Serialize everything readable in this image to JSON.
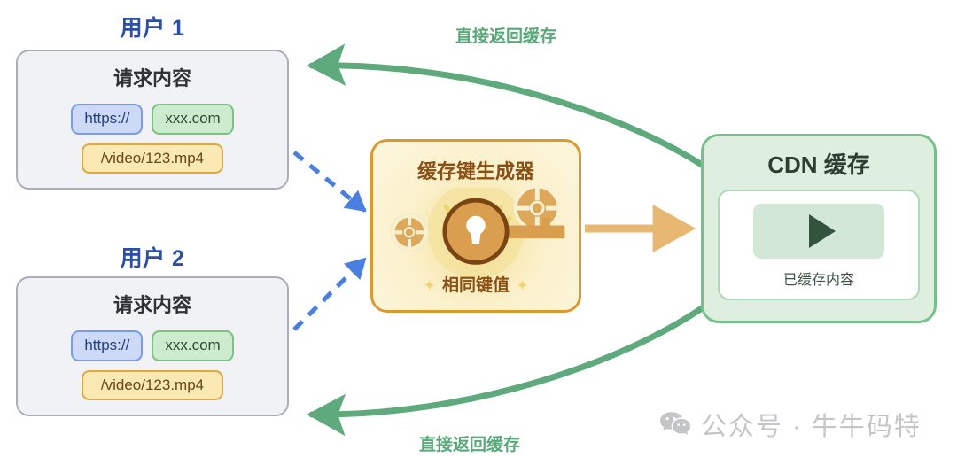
{
  "colors": {
    "background": "#ffffff",
    "user_title": "#2b4ea6",
    "card_fill": "#f1f2f5",
    "card_border": "#a9aeb9",
    "pill_scheme_fill": "#ccd9f7",
    "pill_scheme_border": "#7a9bea",
    "pill_host_fill": "#cdeccf",
    "pill_host_border": "#79c27f",
    "pill_path_fill": "#fbe9b4",
    "pill_path_border": "#e0a83f",
    "keygen_border": "#d99a2b",
    "keygen_fill": "#fbf1cd",
    "keygen_text": "#8a4f15",
    "cdn_border": "#78c08a",
    "cdn_fill": "#deefe0",
    "cdn_title": "#2c3f33",
    "green_arrow": "#5faa7c",
    "orange_arrow": "#e8b873",
    "blue_dashed_arrow": "#4a7fe0",
    "watermark": "#c3c5c7"
  },
  "users": [
    {
      "title": "用户 1",
      "card_title": "请求内容",
      "pills": {
        "scheme": "https://",
        "host": "xxx.com",
        "path": "/video/123.mp4"
      }
    },
    {
      "title": "用户 2",
      "card_title": "请求内容",
      "pills": {
        "scheme": "https://",
        "host": "xxx.com",
        "path": "/video/123.mp4"
      }
    }
  ],
  "keygen": {
    "title": "缓存键生成器",
    "subtitle": "相同键值",
    "sparkle_left": "✦",
    "sparkle_right": "✦",
    "icon": "key-icon"
  },
  "cdn": {
    "title": "CDN 缓存",
    "caption": "已缓存内容",
    "thumb_icon": "play-icon"
  },
  "flows": {
    "top_label": "直接返回缓存",
    "bottom_label": "直接返回缓存",
    "request_to_keygen": "dashed-blue-arrow",
    "keygen_to_cdn": "solid-orange-arrow"
  },
  "watermark": {
    "icon": "wechat-icon",
    "text": "公众号 · 牛牛码特"
  }
}
